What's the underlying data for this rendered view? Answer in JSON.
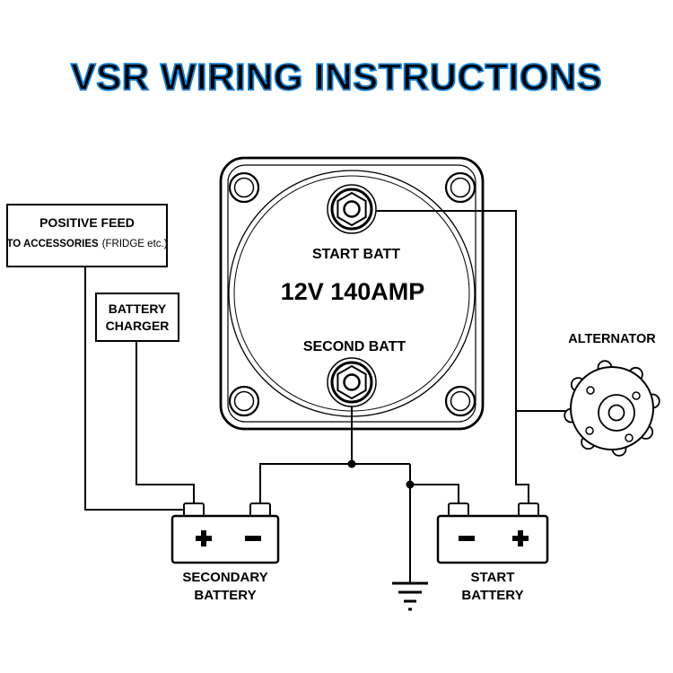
{
  "header": {
    "title": "VSR WIRING INSTRUCTIONS"
  },
  "colors": {
    "title_blue": "#1482d7",
    "line_black": "#000000",
    "background": "#ffffff"
  },
  "vsr": {
    "top_terminal_label": "START BATT",
    "rating_label": "12V 140AMP",
    "bottom_terminal_label": "SECOND BATT"
  },
  "boxes": {
    "positive_feed": {
      "line1": "POSITIVE FEED",
      "line2_bold": "TO ACCESSORIES",
      "line2_normal": "(FRIDGE etc.)"
    },
    "battery_charger": {
      "line1": "BATTERY",
      "line2": "CHARGER"
    }
  },
  "alternator": {
    "label": "ALTERNATOR"
  },
  "batteries": {
    "secondary": {
      "line1": "SECONDARY",
      "line2": "BATTERY"
    },
    "start": {
      "line1": "START",
      "line2": "BATTERY"
    }
  }
}
